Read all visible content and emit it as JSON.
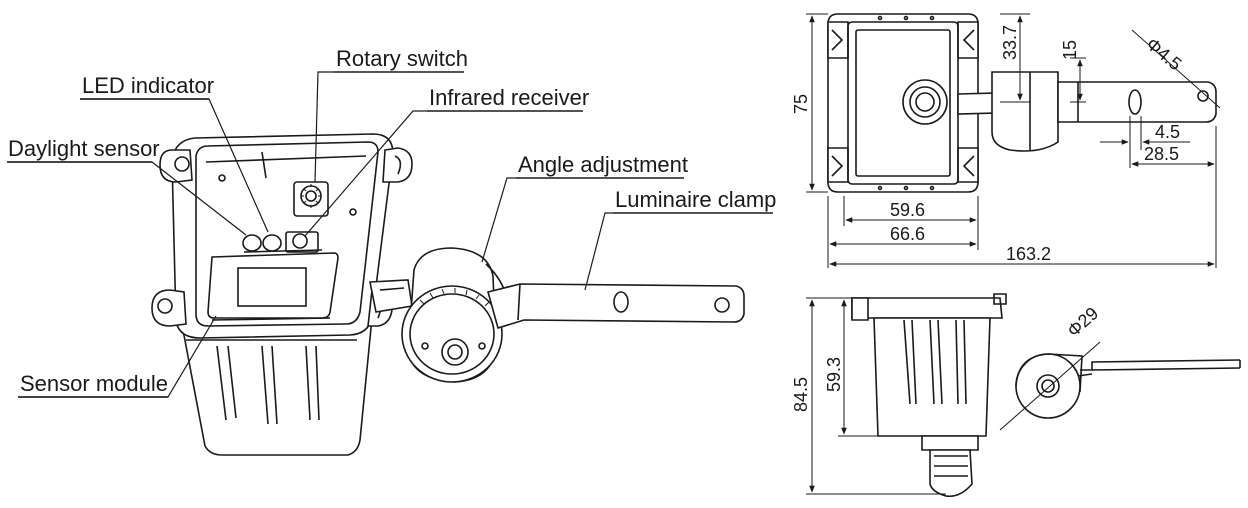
{
  "labels": {
    "rotary_switch": "Rotary switch",
    "led_indicator": "LED indicator",
    "infrared_receiver": "Infrared receiver",
    "daylight_sensor": "Daylight sensor",
    "angle_adjustment": "Angle adjustment",
    "luminaire_clamp": "Luminaire clamp",
    "sensor_module": "Sensor module"
  },
  "top_view": {
    "height": "75",
    "offset_33_7": "33.7",
    "offset_15": "15",
    "hole_dia": "Φ4.5",
    "slot_4_5": "4.5",
    "slot_28_5": "28.5",
    "width_59_6": "59.6",
    "width_66_6": "66.6",
    "total_163_2": "163.2"
  },
  "side_view": {
    "height_84_5": "84.5",
    "height_59_3": "59.3",
    "clamp_dia": "Φ29"
  }
}
